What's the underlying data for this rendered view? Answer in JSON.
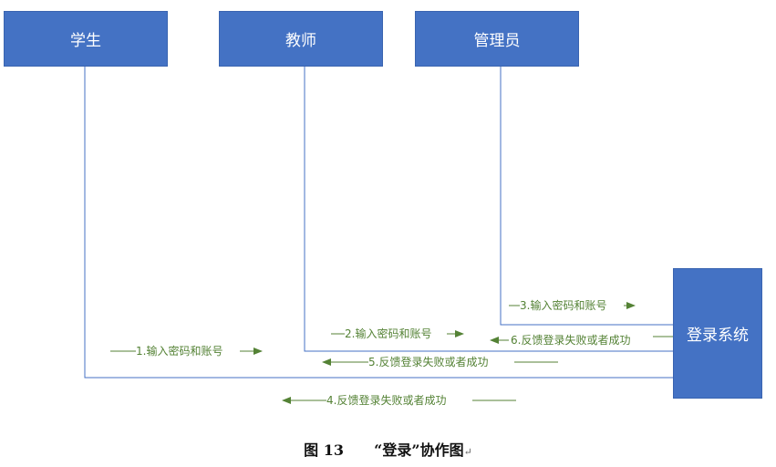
{
  "actors": {
    "student": "学生",
    "teacher": "教师",
    "admin": "管理员",
    "login_system": "登录系统"
  },
  "messages": {
    "m1": "1.输入密码和账号",
    "m2": "2.输入密码和账号",
    "m3": "3.输入密码和账号",
    "m4": "4.反馈登录失败或者成功",
    "m5": "5.反馈登录失败或者成功",
    "m6": "6.反馈登录失败或者成功"
  },
  "caption": {
    "label": "图  13",
    "title": "“登录”协作图",
    "end_mark": "↵"
  },
  "colors": {
    "box_fill": "#4472C4",
    "lifeline": "#4472C4",
    "message": "#548235"
  }
}
